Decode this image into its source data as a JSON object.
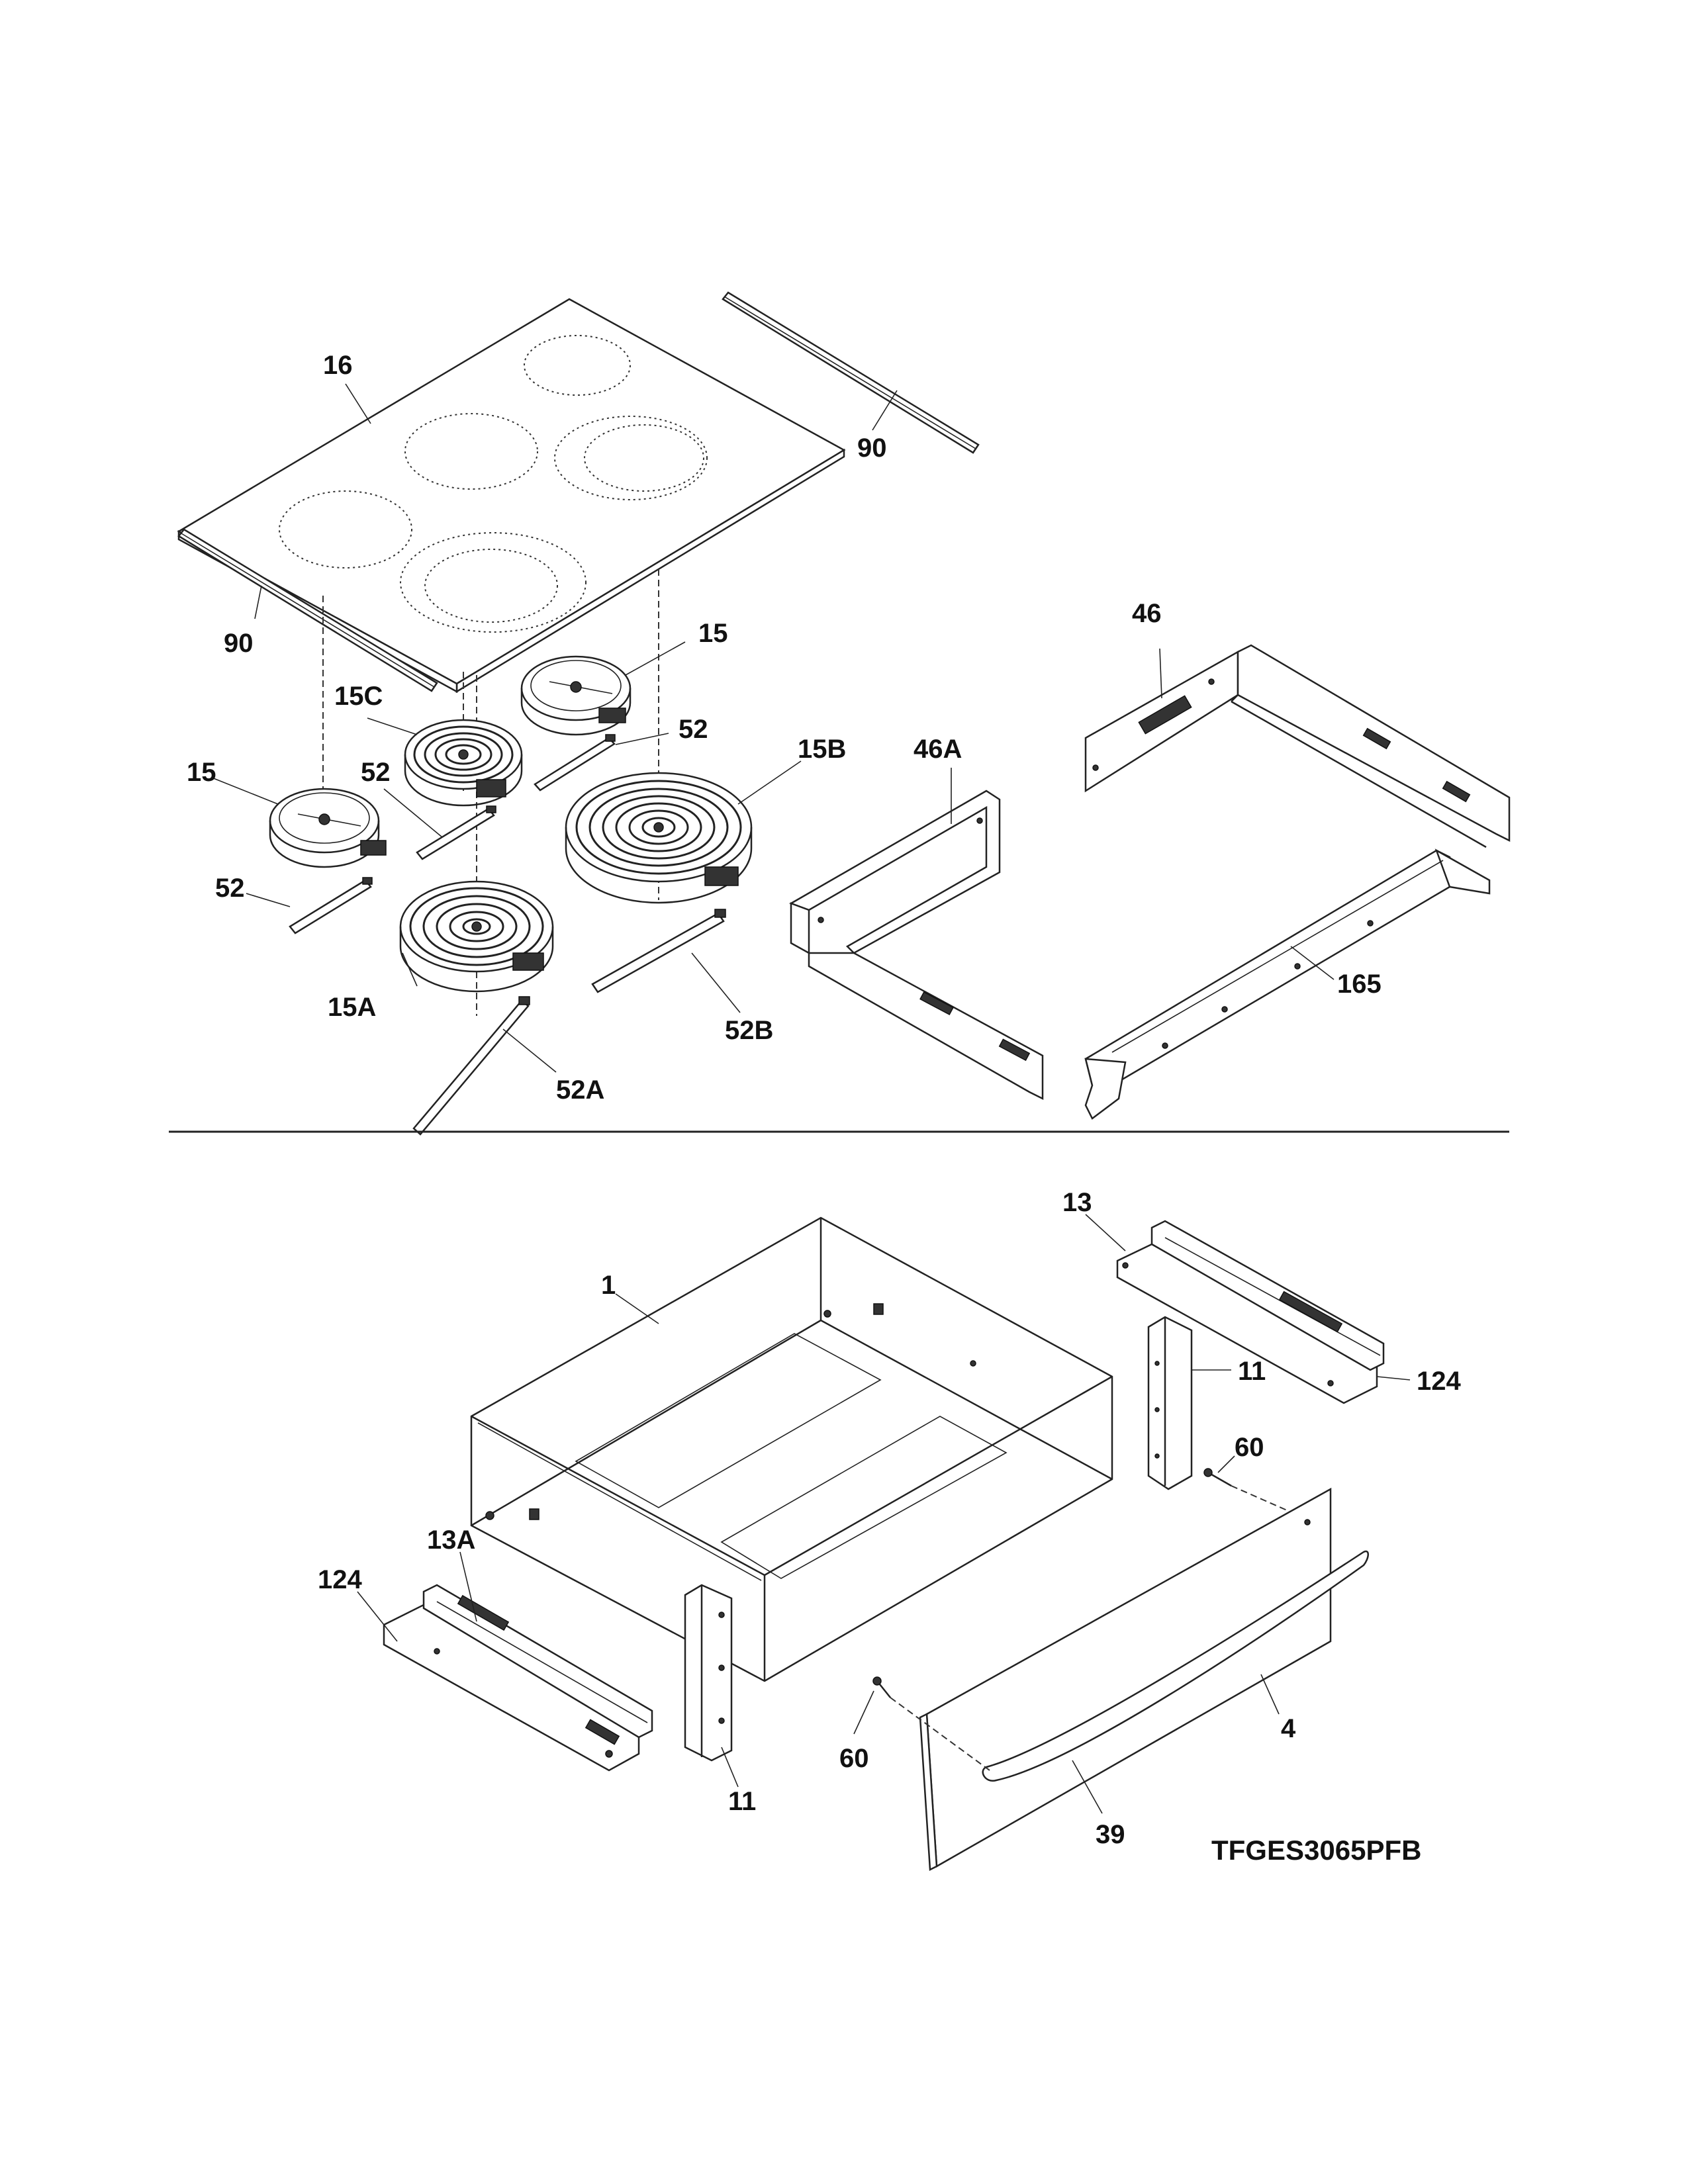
{
  "callouts": {
    "c16": "16",
    "c90_top": "90",
    "c90_left": "90",
    "c15_top": "15",
    "c15c": "15C",
    "c52_top": "52",
    "c15b": "15B",
    "c15_left": "15",
    "c52_mid": "52",
    "c52_left": "52",
    "c15a": "15A",
    "c52b": "52B",
    "c52a": "52A",
    "c46": "46",
    "c46a": "46A",
    "c165": "165",
    "c13": "13",
    "c1": "1",
    "c11_right": "11",
    "c124_right": "124",
    "c60_right": "60",
    "c13a": "13A",
    "c124_left": "124",
    "c11_left": "11",
    "c60_left": "60",
    "c4": "4",
    "c39": "39"
  },
  "model_number": "TFGES3065PFB"
}
